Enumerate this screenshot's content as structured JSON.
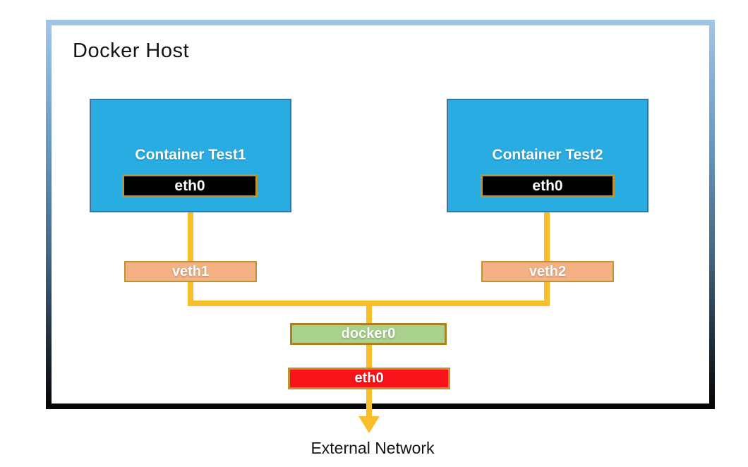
{
  "title": "Docker Host",
  "containers": [
    {
      "name": "Container Test1",
      "interface": "eth0"
    },
    {
      "name": "Container Test2",
      "interface": "eth0"
    }
  ],
  "veths": [
    {
      "label": "veth1"
    },
    {
      "label": "veth2"
    }
  ],
  "bridge": {
    "label": "docker0"
  },
  "host_interface": {
    "label": "eth0"
  },
  "external_label": "External Network",
  "colors": {
    "container_fill": "#29ace2",
    "container_border": "#41719c",
    "veth_fill": "#f4b183",
    "bridge_fill": "#a9d18e",
    "host_if_fill": "#f8121a",
    "iface_fill": "#000000",
    "gold_border": "#bf9232",
    "line": "#fbbe2b",
    "host_border_top": "#a0c4e6",
    "host_border_bottom": "#060708"
  }
}
